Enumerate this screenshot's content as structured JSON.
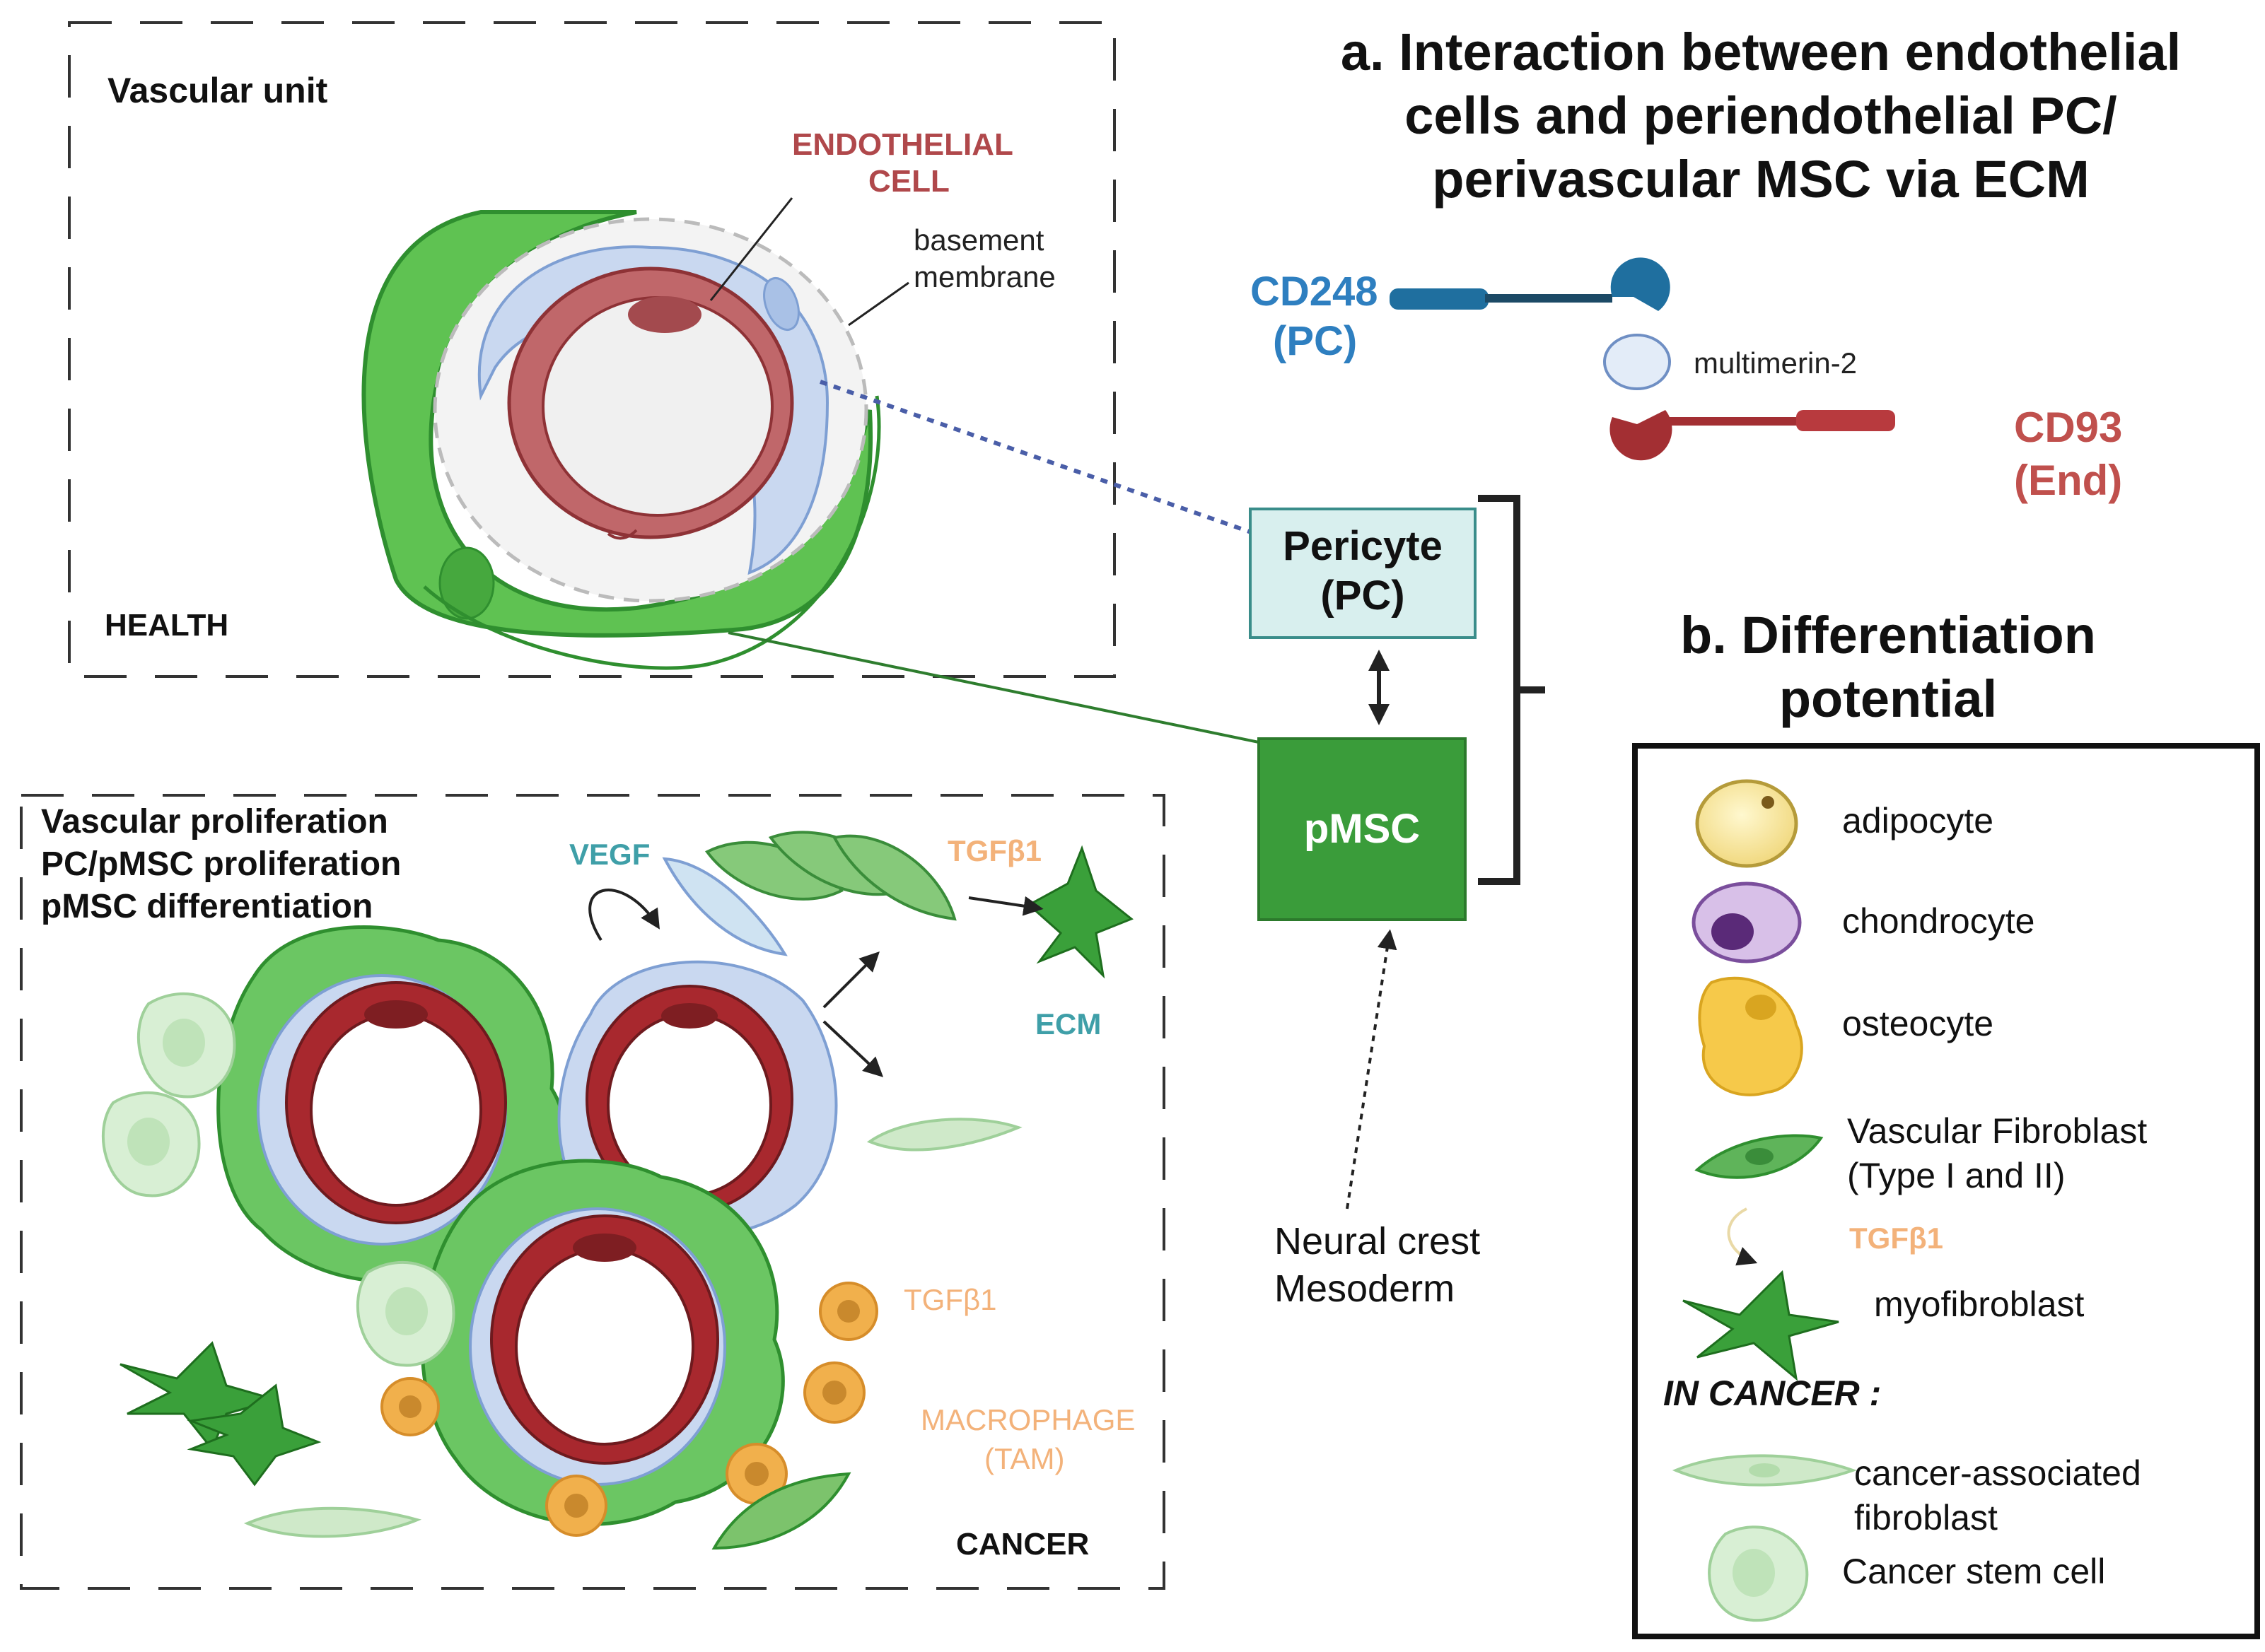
{
  "health_box": {
    "title": "Vascular unit",
    "tag": "HEALTH"
  },
  "health_labels": {
    "endothelial_line1": "ENDOTHELIAL",
    "endothelial_line2": "CELL",
    "basement_line1": "basement",
    "basement_line2": "membrane"
  },
  "panel_a": {
    "title_line1": "a. Interaction between endothelial",
    "title_line2": "cells and periendothelial PC/",
    "title_line3": "perivascular MSC via ECM",
    "cd248_line1": "CD248",
    "cd248_line2": "(PC)",
    "multimerin": "multimerin-2",
    "cd93_line1": "CD93",
    "cd93_line2": "(End)"
  },
  "center": {
    "pericyte_line1": "Pericyte",
    "pericyte_line2": "(PC)",
    "pmsc": "pMSC",
    "origin_line1": "Neural crest",
    "origin_line2": "Mesoderm"
  },
  "cancer_box": {
    "line1": "Vascular proliferation",
    "line2": "PC/pMSC proliferation",
    "line3": "pMSC differentiation",
    "vegf": "VEGF",
    "tgfb1_top": "TGFβ1",
    "ecm": "ECM",
    "tgfb1_macrophage": "TGFβ1",
    "macrophage_line1": "MACROPHAGE",
    "macrophage_line2": "(TAM)",
    "tag": "CANCER"
  },
  "panel_b": {
    "title_line1": "b. Differentiation",
    "title_line2": "potential",
    "items": [
      {
        "label": "adipocyte",
        "icon": "adipocyte-icon"
      },
      {
        "label": "chondrocyte",
        "icon": "chondrocyte-icon"
      },
      {
        "label": "osteocyte",
        "icon": "osteocyte-icon"
      },
      {
        "label": "Vascular Fibroblast",
        "label2": "(Type I and II)",
        "icon": "fibroblast-icon"
      },
      {
        "label": "TGFβ1",
        "icon": "tgfb1-arrow-icon"
      },
      {
        "label": "myofibroblast",
        "icon": "myofibroblast-icon"
      }
    ],
    "cancer_heading": "IN CANCER :",
    "cancer_items": [
      {
        "label": "cancer-associated",
        "label2": "fibroblast",
        "icon": "caf-icon"
      },
      {
        "label": "Cancer stem cell",
        "icon": "cancer-stem-cell-icon"
      }
    ]
  },
  "colors": {
    "endothelial": "#b0484b",
    "cd248_blue": "#2e7fc0",
    "cd93_red": "#c0504d",
    "teal_text": "#3f9fa8",
    "tgf_orange": "#f3b27a",
    "pmsc_green": "#3a9c3a",
    "pericyte_box": "#d8efee"
  }
}
